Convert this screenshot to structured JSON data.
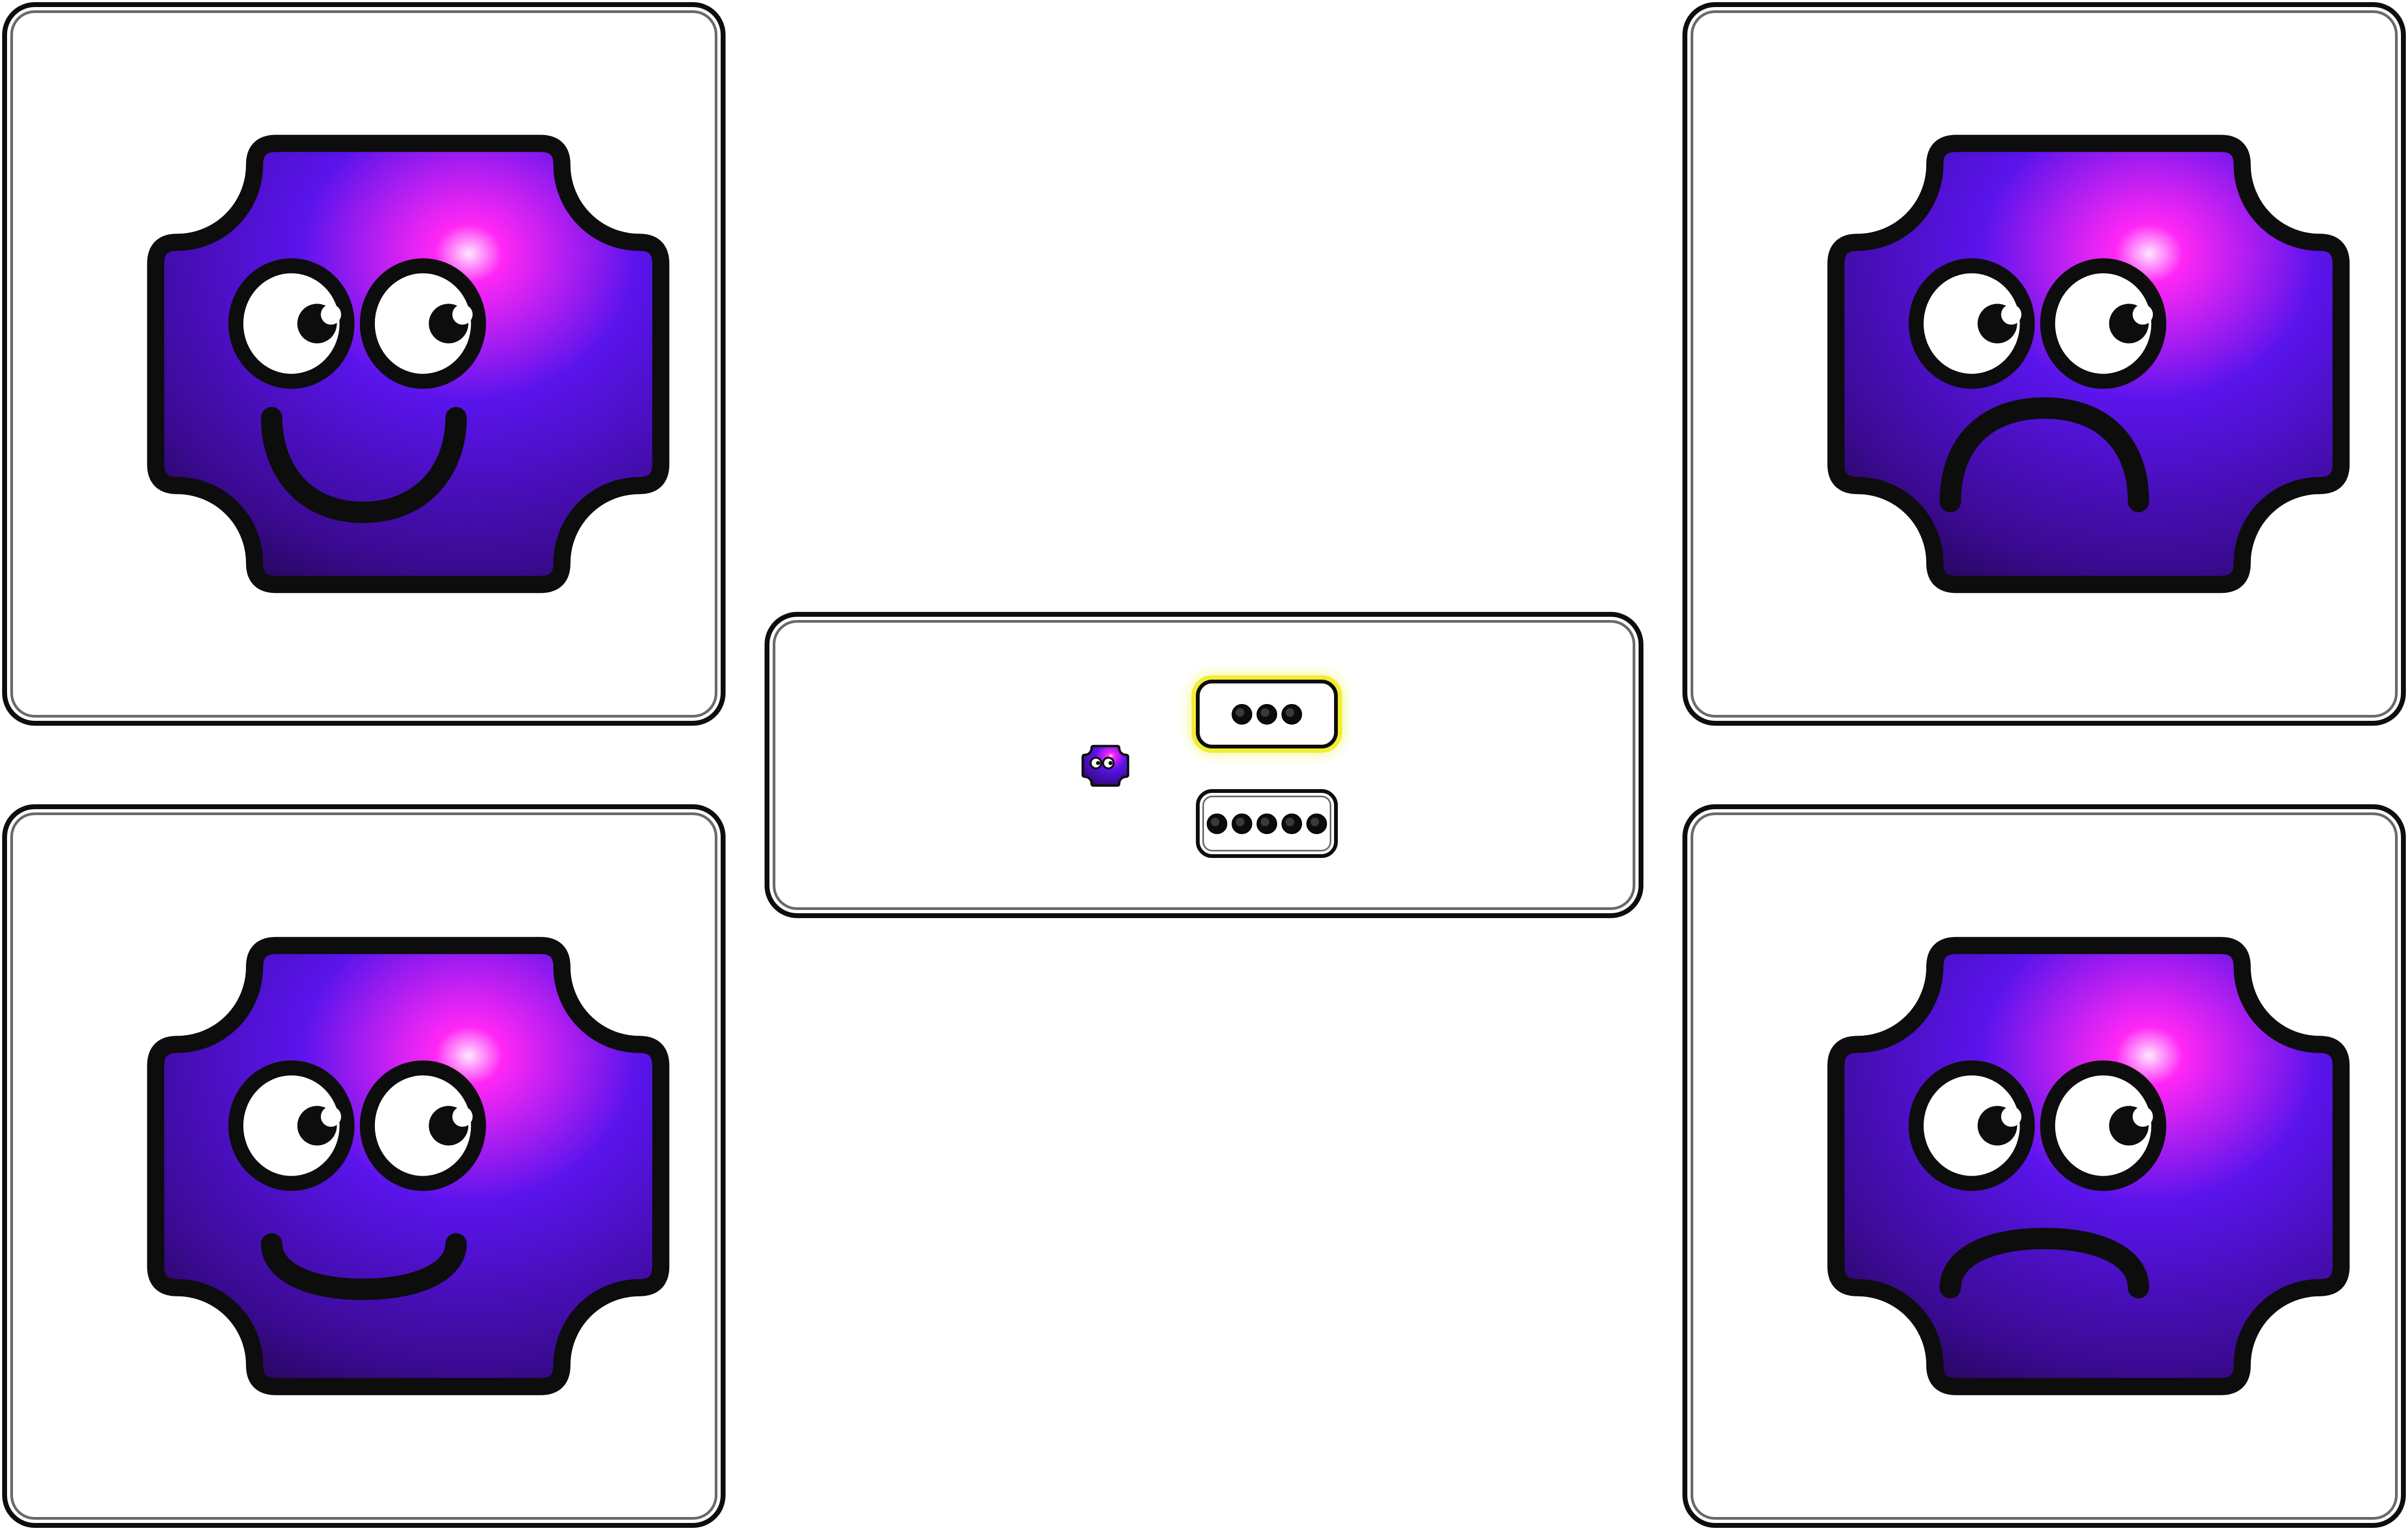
{
  "game": {
    "type": "counting-choice",
    "cards": [
      {
        "id": "tl",
        "expression": "big-smile"
      },
      {
        "id": "tr",
        "expression": "big-frown"
      },
      {
        "id": "bl",
        "expression": "small-smile"
      },
      {
        "id": "br",
        "expression": "small-frown"
      }
    ],
    "center_panel": {
      "icon": "monster-icon",
      "choices": [
        {
          "id": "choice-a",
          "dot_count": 3,
          "highlighted": true
        },
        {
          "id": "choice-b",
          "dot_count": 5,
          "highlighted": false
        }
      ]
    }
  },
  "colors": {
    "monster_magenta": "#ff27f5",
    "monster_violet": "#5a14ec",
    "monster_dark": "#1a0438",
    "outline": "#0d0d0d",
    "highlight_yellow": "#f1ee33"
  }
}
